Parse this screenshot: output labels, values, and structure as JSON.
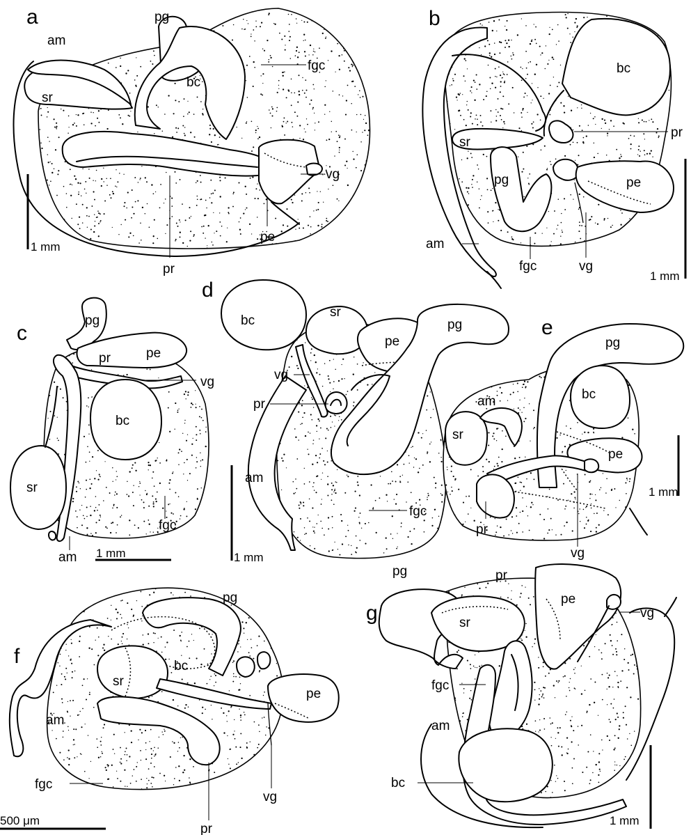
{
  "figure": {
    "panels": [
      {
        "id": "a",
        "letter": "a",
        "labels": {
          "am": "am",
          "sr": "sr",
          "pg": "pg",
          "bc": "bc",
          "fgc": "fgc",
          "vg": "vg",
          "pe": "pe",
          "pr": "pr"
        },
        "scale": "1 mm"
      },
      {
        "id": "b",
        "letter": "b",
        "labels": {
          "bc": "bc",
          "pr": "pr",
          "sr": "sr",
          "pg": "pg",
          "pe": "pe",
          "am": "am",
          "fgc": "fgc",
          "vg": "vg"
        },
        "scale": "1 mm"
      },
      {
        "id": "c",
        "letter": "c",
        "labels": {
          "pg": "pg",
          "pr": "pr",
          "pe": "pe",
          "vg": "vg",
          "bc": "bc",
          "sr": "sr",
          "fgc": "fgc",
          "am": "am"
        },
        "scale": "1 mm"
      },
      {
        "id": "d",
        "letter": "d",
        "labels": {
          "bc": "bc",
          "sr": "sr",
          "pe": "pe",
          "pg": "pg",
          "vg": "vg",
          "pr": "pr",
          "am": "am",
          "fgc": "fgc"
        },
        "scale": "1 mm"
      },
      {
        "id": "e",
        "letter": "e",
        "labels": {
          "pg": "pg",
          "am": "am",
          "bc": "bc",
          "sr": "sr",
          "pe": "pe",
          "pr": "pr",
          "vg": "vg"
        },
        "scale": "1 mm"
      },
      {
        "id": "f",
        "letter": "f",
        "labels": {
          "pg": "pg",
          "bc": "bc",
          "sr": "sr",
          "pe": "pe",
          "am": "am",
          "fgc": "fgc",
          "vg": "vg",
          "pr": "pr"
        },
        "scale": "500 μm"
      },
      {
        "id": "g",
        "letter": "g",
        "labels": {
          "pg": "pg",
          "pr": "pr",
          "pe": "pe",
          "vg": "vg",
          "sr": "sr",
          "fgc": "fgc",
          "am": "am",
          "bc": "bc"
        },
        "scale": "1 mm"
      }
    ]
  },
  "style": {
    "ink": "#000000",
    "paper": "#ffffff"
  }
}
